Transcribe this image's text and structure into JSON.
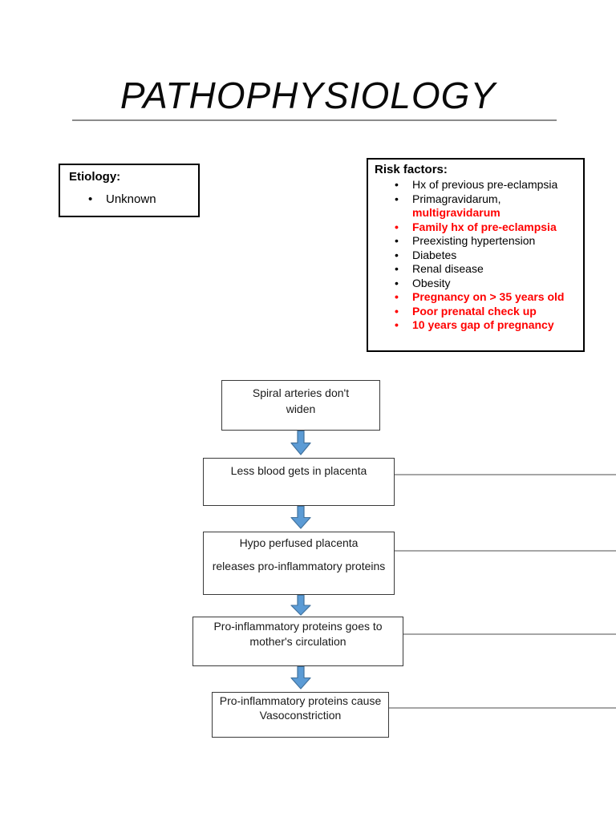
{
  "title": "PATHOPHYSIOLOGY",
  "etiology": {
    "heading": "Etiology:",
    "items": [
      {
        "text": "Unknown",
        "red": false,
        "bullet": true
      }
    ]
  },
  "risk_factors": {
    "heading": "Risk factors:",
    "items": [
      {
        "text": "Hx of previous pre-eclampsia",
        "red": false,
        "bullet": true
      },
      {
        "text": "Primagravidarum,",
        "red": false,
        "bullet": true
      },
      {
        "text": "multigravidarum",
        "red": true,
        "bullet": false
      },
      {
        "text": "Family hx of pre-eclampsia",
        "red": true,
        "bullet": true
      },
      {
        "text": "Preexisting hypertension",
        "red": false,
        "bullet": true
      },
      {
        "text": "Diabetes",
        "red": false,
        "bullet": true
      },
      {
        "text": "Renal disease",
        "red": false,
        "bullet": true
      },
      {
        "text": "Obesity",
        "red": false,
        "bullet": true
      },
      {
        "text": "Pregnancy on > 35 years old",
        "red": true,
        "bullet": true
      },
      {
        "text": "Poor prenatal check up",
        "red": true,
        "bullet": true
      },
      {
        "text": "10 years gap of pregnancy",
        "red": true,
        "bullet": true
      }
    ]
  },
  "flowchart": {
    "steps": [
      {
        "lines": [
          "Spiral arteries don't",
          "widen"
        ]
      },
      {
        "lines": [
          "Less blood gets in placenta"
        ]
      },
      {
        "lines": [
          "Hypo perfused placenta",
          "releases pro-inflammatory proteins"
        ]
      },
      {
        "lines": [
          "Pro-inflammatory proteins goes to",
          "mother's circulation"
        ]
      },
      {
        "lines": [
          "Pro-inflammatory proteins cause",
          "Vasoconstriction"
        ]
      }
    ]
  },
  "colors": {
    "accent_red": "#FF0000",
    "arrow_fill": "#5B9BD5",
    "arrow_stroke": "#41719C",
    "connector_gray": "#A6A6A6",
    "underline_gray": "#8C8C8C"
  }
}
